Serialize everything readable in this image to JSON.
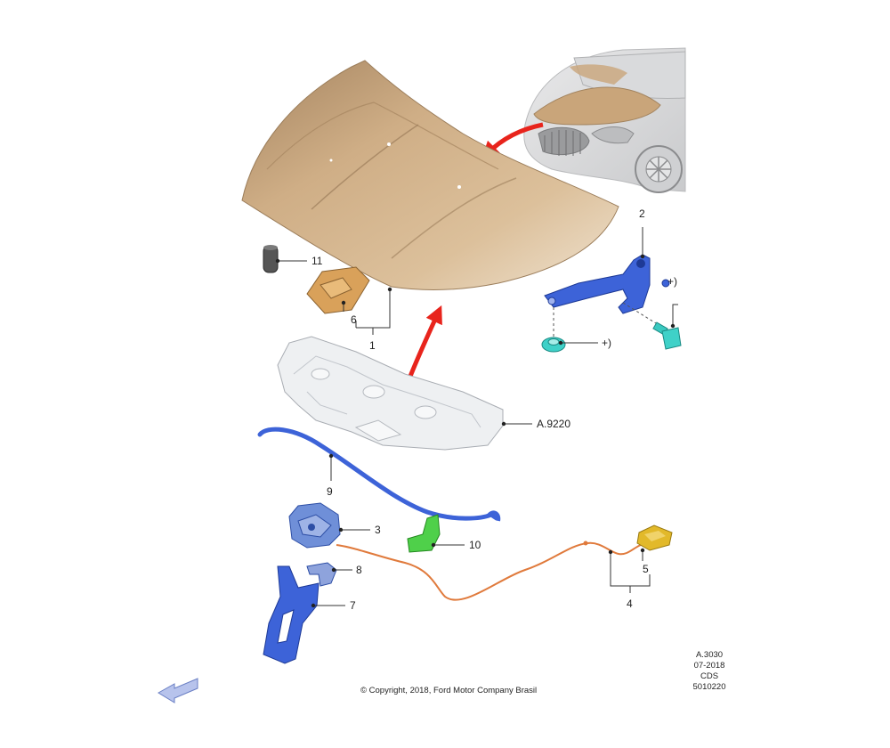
{
  "callouts": {
    "c1": "1",
    "c2": "2",
    "c3": "3",
    "c4": "4",
    "c5": "5",
    "c6": "6",
    "c7": "7",
    "c8": "8",
    "c9": "9",
    "c10": "10",
    "c11": "11",
    "plus1": "+)",
    "plus2": "+)",
    "a9220": "A.9220"
  },
  "corner_info": {
    "line1": "A.3030",
    "line2": "07-2018",
    "line3": "CDS",
    "line4": "5010220"
  },
  "copyright": "© Copyright, 2018, Ford Motor Company Brasil",
  "colors": {
    "hood": "#c9a57a",
    "hinge": "#3d63d8",
    "fastener": "#3fd1c8",
    "arrow_red": "#e8241c",
    "cable": "#e07a3c",
    "latch_block": "#e2b92a",
    "bracket_green": "#4fd04a",
    "insulator": "#e9ecef"
  }
}
